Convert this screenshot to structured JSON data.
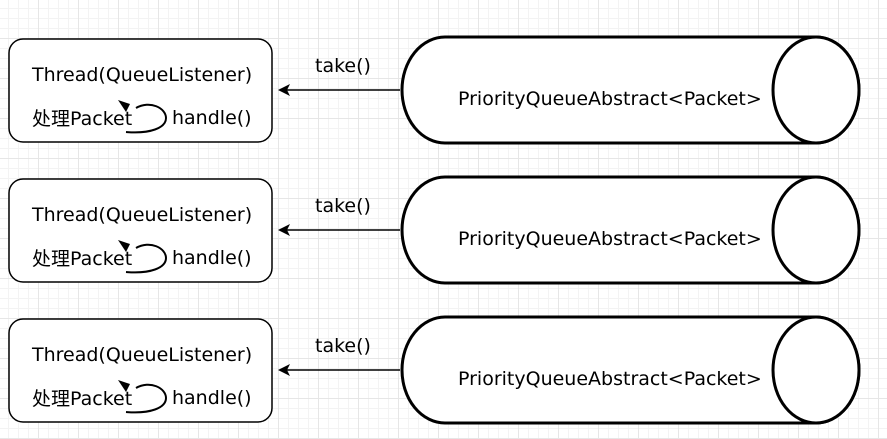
{
  "rows": [
    {
      "thread_label": "Thread(QueueListener)",
      "process_label": "处理Packet",
      "handle_label": "handle()",
      "take_label": "take()",
      "queue_label": "PriorityQueueAbstract<Packet>"
    },
    {
      "thread_label": "Thread(QueueListener)",
      "process_label": "处理Packet",
      "handle_label": "handle()",
      "take_label": "take()",
      "queue_label": "PriorityQueueAbstract<Packet>"
    },
    {
      "thread_label": "Thread(QueueListener)",
      "process_label": "处理Packet",
      "handle_label": "handle()",
      "take_label": "take()",
      "queue_label": "PriorityQueueAbstract<Packet>"
    }
  ]
}
